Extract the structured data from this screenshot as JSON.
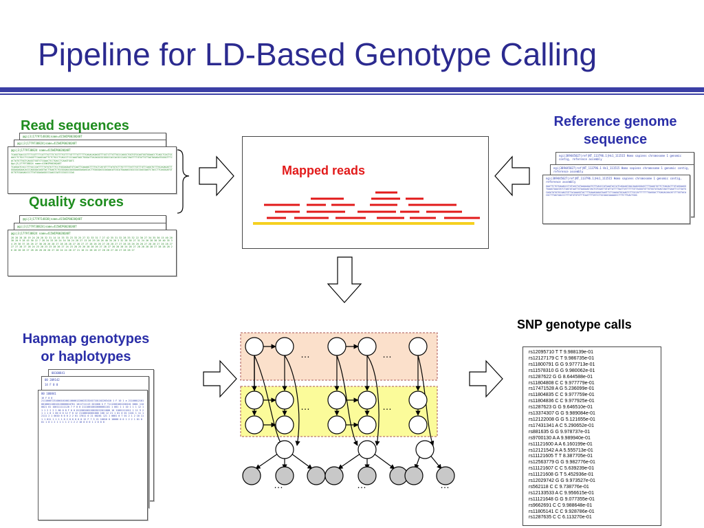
{
  "title": "Pipeline for LD-Based Genotype Calling",
  "labels": {
    "read_sequences": "Read sequences",
    "quality_scores": "Quality scores",
    "reference_line1": "Reference genome",
    "reference_line2": "sequence",
    "mapped_reads": "Mapped reads",
    "hapmap_line1": "Hapmap genotypes",
    "hapmap_line2": "or haplotypes",
    "snp_calls": "SNP genotype calls"
  },
  "ellipsis": "…",
  "read_docs": {
    "back2": "@gi|3|1779714838|name=415WIP0020Q48T",
    "back1": "@gi|3|1779738824|name=415WIP0020Q48T",
    "front_header": "@gi|3|1779738824 name=415WIP0020Q48T",
    "front_body": "TCAGGTGACCGTTTTCGTTTTCGTTTGTTTCTGTTTTGTTTTGTTTTGTTTTTCAGACAGAGGTTTGCTCTTGTTGCCCAGGCTGGTGTGCAGTGGTGGAACCTCAGCTCACTGCAACCTCTGCCTCCAGGTTCAAGCAATTCTCTGCCTCAGCCTCCCAAGTAGCTGGGATTACAGGCGCGGGCCACCACGCCCAGCTAATTTTGTATTGTTAGTAGAGATGGGGTTTCACTATGTTGGTCAGGCTGGTCTCGAACTCCTGACCTCAAGTGATC",
    "front_header2": "@gi|3|1779738824 name=415WIP0020Q48T",
    "front_body2": "TCAGGATCGCCTTTGCCCATTTTTGTGTGTTTCCTGGGAGAATGTCAATTCAAAAGTTTTGCTCATGTTTTATGTGTTTGTTTTTATTTGTTTGTTCAGGTGTTTGCAGAGATTTGGGAGAGAACACCCAGGGACAGGTACTTGAGTCTGCGGGAGCAGGGAAGGAGAGCACTTGGGGACGCAGAACATCGCATGAAAGCGGCCGCCAGCGAGTCTACCTTCAGGGATGTGCTGTCGAGAGCCCTTATGGAGAGGCCCAACCGATCCGGCCCCAG"
  },
  "quality_docs": {
    "back2": "@gi|3|1779714838|name=415WIP0020Q48T",
    "back1": "@gi|3|1779738824|name=415WIP0020Q48T",
    "front_header": "@gi|3|1779738824 name=415WIP0020Q48T",
    "front_body": "28 28 28 28 19 24 28 28 32 31 14 14 33 33 23 33 25 27 32 33 31 7 27 42 35 31 32 28 33 32 22 30 27 34 35 30 15 40 20 30 20 9 28 43 30 22 7 28 34 33 26 24 34 38 24 28 27 13 26 29 26 26 40 34 28 3 32 28 30 27 31 24 26 28 30 26 40 35 34 29 36 37 26 26 27 30 28 26 28 27 28 28 28 27 28 27 27 28 26 26 27 28 28 27 27 28 28 26 26 28 27 28 28 27 26 28 27 27 27 28 27 28 24 23 28 23 23 28 26 27 24 23 28 25 26 28 28 26 27 28 27 28 28 28 24 28 27 28 28 28 28 27 28 28 28 26 28 28 28 27 28 26 28 28 28 27 28 24 24 28 27 21 18 21 28 28 27 28 28 27 28 27 28 28 27"
  },
  "reference_docs": {
    "back2": "ngi|389445027|ref|NT_113796.1|Hs1_111515 Homo sapiens chromosome 1 genomic contig, reference assembly",
    "back1": "ngi|389445027|ref|NT_113796.1 Hs1_111515 Homo sapiens chromosome 1 genomic contig, reference assembly",
    "front_header": "ngi|389445027|ref|NT_113796.1|Hs1_111515 Homo sapiens chromosome 1 genomic contig, reference assembly",
    "front_body": "GAATTCTGTGAAAGCCTGTAGCTATAAAAAAATGTTGAGCCATAAATACCATCAGAAATAACAAAGGGAGCTTTGAAGTATTCTGAGACTTGTAGGAAGGTGAAGTAAATATCTAATATAATTGTAAGAAGTAGTGTGGATTGTATTATTTTAATTATTTTTGTTAGGGTGTTGTGGTATAAGTAATTGAATTCCTGATGCAGATATATGCAAGTGTTACAAAGGTACTTTGAAAGAAATAAGTTCTCAAGATGCAAGTCTTGCCATTTTTTTGAGGACTTGAGACAACATCTTGGTACACGCTTTAGTAACCCTTTATGTGTGTTTCAATTTTATCCTGCGAGCAAAAGCCTTTCTTGACTGGG"
  },
  "hapmap_docs": {
    "back2": "00100841",
    "back1": "00 209142",
    "back1b": "14 F 0 0",
    "front_header": "00 100841",
    "front_sub": "16 F 0 0",
    "front_body": "21110007231000101001100001220023232017101102203410 1 F 10 1 a 21100012101001000110010120000010701 1011711113 021000 G F T1112001001200101 0001 1100021 01 100111111120 7 F 0 0 21110010010000001101 1 001 1 1 10 1 1 1 12 1 1 1 2 2 2 2 00 0 8 F 0 0 011200100120020222011000 10 11001111011 1 11 9 21 1 1 0 1 00 0 0 12 F 0 12 21100010001000 100 12 21 1 01 0 01 1101 1 11 12111 2 1 0010 6 0 0 2 2 01 17011 0 21 00201 121 1 0001 0 7 01 2 1 2 10 11 1 1 011 1 1 1 1 0 2 0 0 0 0 0 12 F 7 3 21 10010 0 10000 0 0 1 2 2 1 01 0 01 1 0 1 2 1 1 1 1 2 1 2 2 10 0 0 0 1 2 0 0 0"
  },
  "snp_calls": [
    "rs12095710 T T 9.988139e-01",
    "rs12127179 C T 9.986735e-01",
    "rs11800791 G G 9.977713e-01",
    "rs11578310 G G 9.980062e-01",
    "rs1287622 G G 8.644588e-01",
    "rs11804808 C C 9.977779e-01",
    "rs17471528 A G 5.236099e-01",
    "rs11804835 C C 9.977759e-01",
    "rs11804836 C C 9.977925e-01",
    "rs1287623 G G 9.646510e-01",
    "rs13374307 G G 9.989084e-01",
    "rs12122008 G G 5.121655e-01",
    "rs17431341 A C 5.290652e-01",
    "rs881635 G G 9.978737e-01",
    "rs9700130 A A 9.989940e-01",
    "rs11121600 A A 6.160199e-01",
    "rs12121542 A A 5.555713e-01",
    "rs11121605 T T 8.387705e-01",
    "rs12563779 G G 9.982776e-01",
    "rs11121607 C C 5.639239e-01",
    "rs11121608 G T 5.452936e-01",
    "rs12029742 G G 9.973527e-01",
    "rs562118 C C 9.738776e-01",
    "rs12133533 A C 9.956615e-01",
    "rs11121648 G G 9.077355e-01",
    "rs9662691 C C 9.988648e-01",
    "rs11805141 C C 9.928786e-01",
    "rs1287635 C C 6.113270e-01"
  ],
  "colors": {
    "title": "#2b2a8f",
    "green_label": "#1e8c1e",
    "blue_label": "#2b2fa8",
    "red_label": "#e21a1a",
    "read_bars": "#e21a1a",
    "reference_bar": "#f5d020",
    "top_band": "#fbe0cb",
    "bottom_band": "#fbfb9a"
  }
}
